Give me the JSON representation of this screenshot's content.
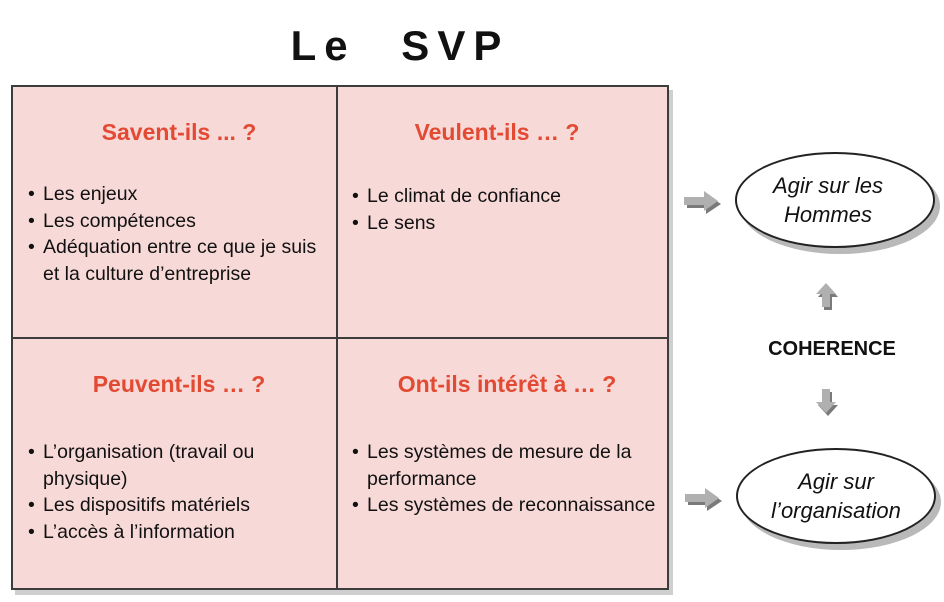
{
  "title": "Le  SVP",
  "quadrants": {
    "top_left": {
      "heading": "Savent-ils ... ?",
      "items": [
        "Les enjeux",
        "Les compétences",
        "Adéquation entre ce que je suis et la culture d’entreprise"
      ]
    },
    "top_right": {
      "heading": "Veulent-ils … ?",
      "items": [
        "Le climat de confiance",
        "Le sens"
      ]
    },
    "bottom_left": {
      "heading": "Peuvent-ils … ?",
      "items": [
        "L’organisation (travail ou physique)",
        "Les dispositifs matériels",
        "L’accès à l’information"
      ]
    },
    "bottom_right": {
      "heading": "Ont-ils intérêt à … ?",
      "items": [
        "Les systèmes de mesure de la performance",
        "Les systèmes de reconnaissance"
      ]
    }
  },
  "right_panel": {
    "top_ellipse_line1": "Agir sur les",
    "top_ellipse_line2": "Hommes",
    "coherence": "COHERENCE",
    "bottom_ellipse_line1": "Agir sur",
    "bottom_ellipse_line2": "l’organisation"
  },
  "colors": {
    "quadrant_background": "#f7d9d7",
    "heading_red": "#e34a33",
    "arrow_gray": "#b0b0b0"
  },
  "icons": {
    "bullet": "•",
    "arrow_right": "arrow-right-icon",
    "arrow_up": "arrow-up-icon",
    "arrow_down": "arrow-down-icon"
  }
}
